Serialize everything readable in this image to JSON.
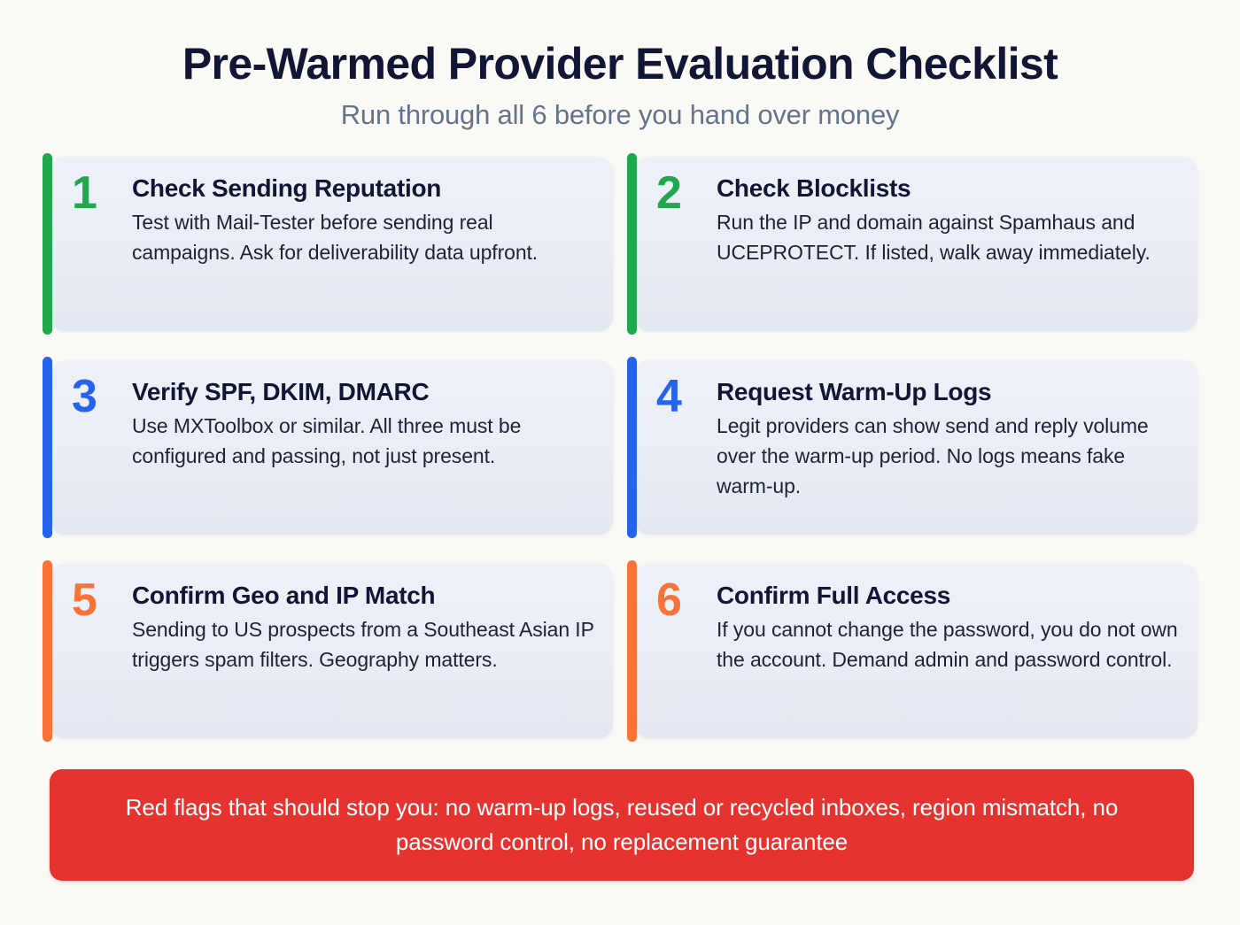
{
  "header": {
    "title": "Pre-Warmed Provider Evaluation Checklist",
    "subtitle": "Run through all 6 before you hand over money"
  },
  "colors": {
    "page_background": "#faf9f6",
    "title": "#111634",
    "subtitle": "#64748b",
    "card_background": "#e9edf5",
    "card_text": "#1d2333",
    "accent_green": "#21a74d",
    "accent_blue": "#2563eb",
    "accent_orange": "#f97338",
    "banner_background": "#e63330",
    "banner_text": "#ffffff"
  },
  "cards": [
    {
      "number": "1",
      "title": "Check Sending Reputation",
      "description": "Test with Mail-Tester before sending real campaigns. Ask for deliverability data upfront.",
      "accent": "#21a74d",
      "accent_name": "green"
    },
    {
      "number": "2",
      "title": "Check Blocklists",
      "description": "Run the IP and domain against Spamhaus and UCEPROTECT. If listed, walk away immediately.",
      "accent": "#21a74d",
      "accent_name": "green"
    },
    {
      "number": "3",
      "title": "Verify SPF, DKIM, DMARC",
      "description": "Use MXToolbox or similar. All three must be configured and passing, not just present.",
      "accent": "#2563eb",
      "accent_name": "blue"
    },
    {
      "number": "4",
      "title": "Request Warm-Up Logs",
      "description": "Legit providers can show send and reply volume over the warm-up period. No logs means fake warm-up.",
      "accent": "#2563eb",
      "accent_name": "blue"
    },
    {
      "number": "5",
      "title": "Confirm Geo and IP Match",
      "description": "Sending to US prospects from a Southeast Asian IP triggers spam filters. Geography matters.",
      "accent": "#f97338",
      "accent_name": "orange"
    },
    {
      "number": "6",
      "title": "Confirm Full Access",
      "description": "If you cannot change the password, you do not own the account. Demand admin and password control.",
      "accent": "#f97338",
      "accent_name": "orange"
    }
  ],
  "banner": {
    "text": "Red flags that should stop you: no warm-up logs, reused or recycled inboxes, region mismatch, no password control, no replacement guarantee"
  }
}
